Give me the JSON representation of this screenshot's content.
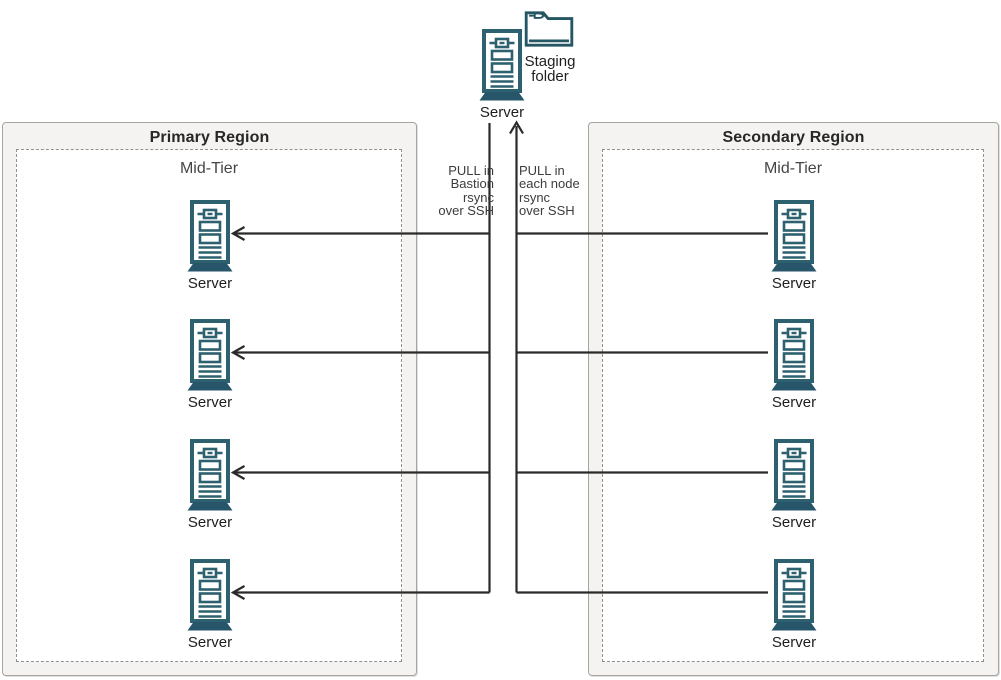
{
  "diagram": {
    "staging": {
      "server_label": "Server",
      "folder_label": [
        "Staging",
        "folder"
      ]
    },
    "flow_labels": {
      "bastion": [
        "PULL in",
        "Bastion",
        "rsync",
        "over SSH"
      ],
      "each_node": [
        "PULL in",
        "each node",
        "rsync",
        "over SSH"
      ]
    },
    "primary_region": {
      "title": "Primary Region",
      "tier": "Mid-Tier",
      "servers": [
        {
          "label": "Server"
        },
        {
          "label": "Server"
        },
        {
          "label": "Server"
        },
        {
          "label": "Server"
        }
      ]
    },
    "secondary_region": {
      "title": "Secondary Region",
      "tier": "Mid-Tier",
      "servers": [
        {
          "label": "Server"
        },
        {
          "label": "Server"
        },
        {
          "label": "Server"
        },
        {
          "label": "Server"
        }
      ]
    },
    "colors": {
      "server_icon": "#2e6170",
      "server_icon_base": "#27566a",
      "folder_icon": "#245663",
      "connector_line": "#2a2a2a",
      "region_fill": "#f4f3f1",
      "region_border": "#a9a49e",
      "tier_dashed_border": "#909090"
    }
  }
}
